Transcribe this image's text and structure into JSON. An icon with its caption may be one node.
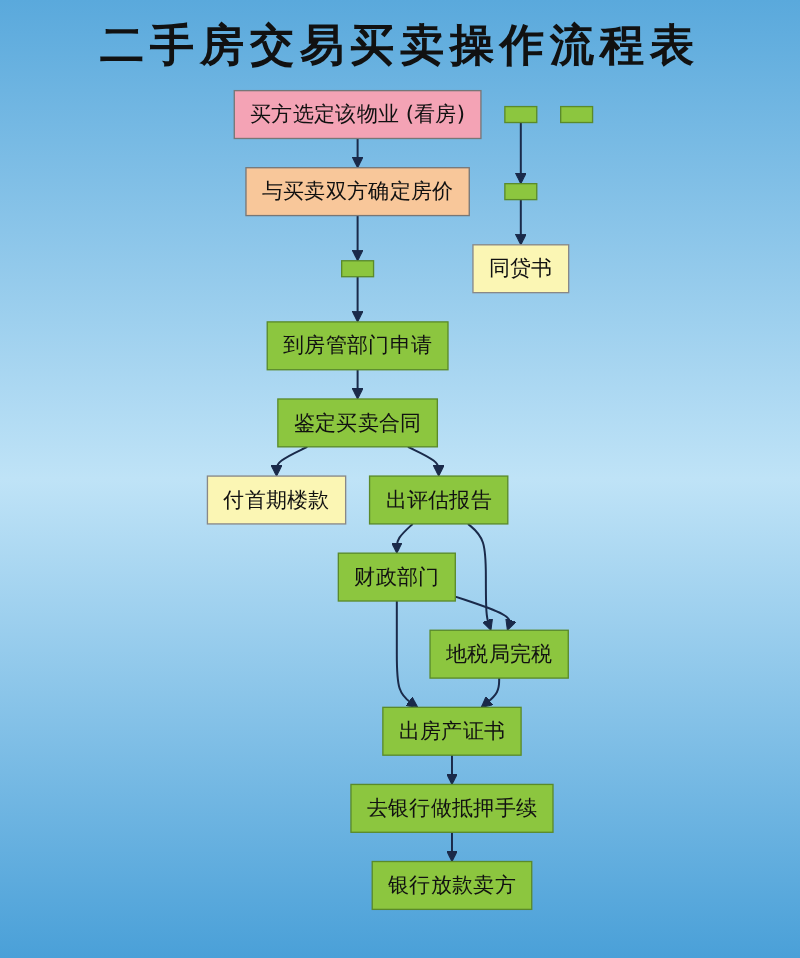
{
  "diagram": {
    "title": "二手房交易买卖操作流程表",
    "nodes": [
      {
        "text": [
          "买方选定该物业 (看房)"
        ]
      },
      {
        "text": [
          "与买卖双方确定房价"
        ]
      },
      {
        "text": [],
        "shape": "box"
      },
      {
        "text": [],
        "shape": "box"
      },
      {
        "text": [],
        "shape": "box"
      },
      {
        "text": [],
        "shape": "box"
      },
      {
        "text": [
          "到房管部门申请"
        ]
      },
      {
        "text": [
          "同贷书"
        ]
      },
      {
        "text": [
          "付首期楼款"
        ]
      },
      {
        "text": [
          "鉴定买卖合同"
        ]
      },
      {
        "text": [
          "出评估报告"
        ]
      },
      {
        "text": [
          "财政部门"
        ]
      },
      {
        "text": [
          "地税局完税"
        ]
      },
      {
        "text": [
          "银行放款卖方"
        ]
      },
      {
        "text": [
          "去银行做抵押手续"
        ]
      },
      {
        "text": [
          "出房产证书"
        ]
      }
    ],
    "edges": [
      {
        "from": 0,
        "to": 1,
        "arrow": "to"
      },
      {
        "from": 1,
        "to": 3,
        "arrow": "to"
      },
      {
        "from": 2,
        "to": 5,
        "arrow": "to"
      },
      {
        "from": 5,
        "to": 7,
        "arrow": "to"
      },
      {
        "from": 3,
        "to": 6,
        "arrow": "to"
      },
      {
        "from": 6,
        "to": 9,
        "arrow": "to"
      },
      {
        "from": 9,
        "to": 8,
        "arrow": "to"
      },
      {
        "from": 9,
        "to": 10,
        "arrow": "to"
      },
      {
        "from": 10,
        "to": 11,
        "arrow": "to"
      },
      {
        "from": 10,
        "to": 12,
        "arrow": "to"
      },
      {
        "from": 11,
        "to": 12,
        "arrow": "to"
      },
      {
        "from": 11,
        "to": 15,
        "arrow": "to"
      },
      {
        "from": 12,
        "to": 15,
        "arrow": "to"
      },
      {
        "from": 15,
        "to": 14,
        "arrow": "to"
      },
      {
        "from": 14,
        "to": 13,
        "arrow": "to"
      }
    ]
  }
}
